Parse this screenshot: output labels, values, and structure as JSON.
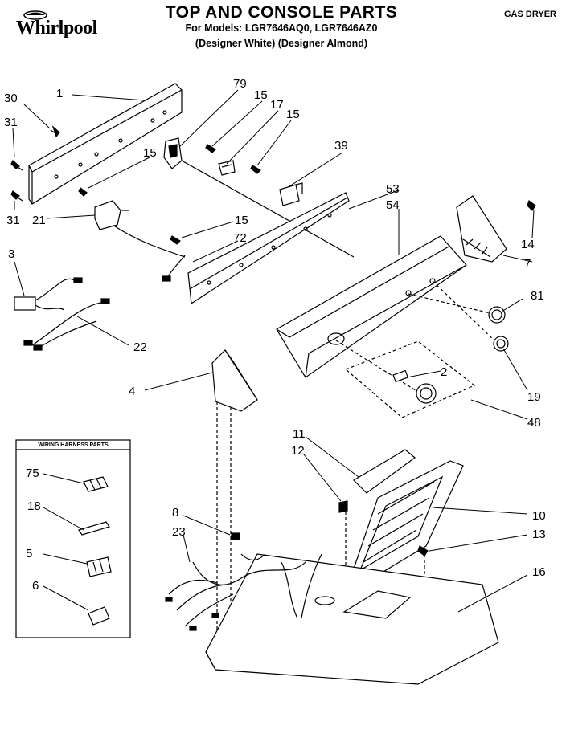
{
  "header": {
    "brand": "Whirlpool",
    "title": "TOP AND CONSOLE PARTS",
    "models": "For Models: LGR7646AQ0, LGR7646AZ0",
    "variants": "(Designer White) (Designer Almond)",
    "product_type": "GAS DRYER"
  },
  "harness_box": {
    "title": "WIRING HARNESS PARTS"
  },
  "callouts": {
    "c1": "1",
    "c2": "2",
    "c3": "3",
    "c4": "4",
    "c5": "5",
    "c6": "6",
    "c7": "7",
    "c8": "8",
    "c10": "10",
    "c11": "11",
    "c12": "12",
    "c13": "13",
    "c14": "14",
    "c15a": "15",
    "c15b": "15",
    "c15c": "15",
    "c15d": "15",
    "c16": "16",
    "c17": "17",
    "c18": "18",
    "c19": "19",
    "c21": "21",
    "c22": "22",
    "c23": "23",
    "c30": "30",
    "c31a": "31",
    "c31b": "31",
    "c39": "39",
    "c48": "48",
    "c53": "53",
    "c54": "54",
    "c72": "72",
    "c75": "75",
    "c79": "79",
    "c81": "81"
  }
}
